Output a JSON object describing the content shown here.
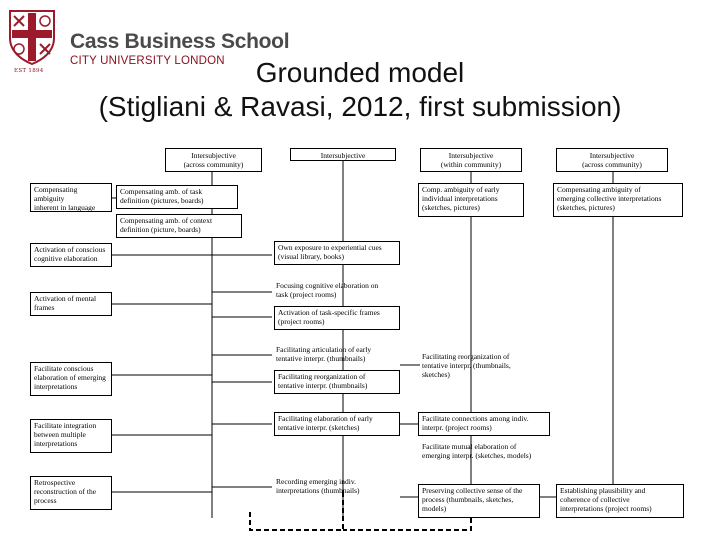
{
  "logo": {
    "name": "Cass Business School",
    "subtitle": "CITY UNIVERSITY LONDON",
    "est": "EST 1894"
  },
  "title": {
    "line1": "Grounded model",
    "line2": "(Stigliani & Ravasi, 2012, first submission)"
  },
  "columns": {
    "c1": [
      "Intersubjective",
      "(across community)"
    ],
    "c2": [
      "Intersubjective"
    ],
    "c3": [
      "Intersubjective",
      "(within community)"
    ],
    "c4": [
      "Intersubjective",
      "(across community)"
    ]
  },
  "left_boxes": {
    "b1": [
      "Compensating ambiguity",
      "inherent in language"
    ],
    "b2": [
      "Activation of conscious",
      "cognitive elaboration"
    ],
    "b3": [
      "Activation of mental",
      "frames"
    ],
    "b4": [
      "Facilitate conscious",
      "elaboration of emerging",
      "interpretations"
    ],
    "b5": [
      "Facilitate integration",
      "between multiple",
      "interpretations"
    ],
    "b6": [
      "Retrospective",
      "reconstruction of the",
      "process"
    ]
  },
  "mid_boxes": {
    "m1": [
      "Compensating amb. of task",
      "definition (pictures, boards)"
    ],
    "m2": [
      "Compensating amb. of context",
      "definition (picture, boards)"
    ]
  },
  "right_boxes": {
    "r1": [
      "Comp. ambiguity of early",
      "individual interpretations",
      "(sketches, pictures)"
    ],
    "r2": [
      "Compensating ambiguity of",
      "emerging collective interpretations",
      "(sketches, pictures)"
    ]
  },
  "center_labels": {
    "n1": [
      "Own exposure to experiential cues",
      "(visual library, books)"
    ],
    "n2": [
      "Focusing cognitive elaboration on",
      "task (project rooms)"
    ],
    "n3": [
      "Activation of task-specific frames",
      "(project rooms)"
    ],
    "n4": [
      "Facilitating articulation of early",
      "tentative interpr. (thumbnails)"
    ],
    "n5": [
      "Facilitating reorganization of",
      "tentative interpr. (thumbnails)"
    ],
    "n6": [
      "Facilitating elaboration of early",
      "tentative interpr. (sketches)"
    ],
    "n7": [
      "Recording emerging indiv.",
      "interpretations (thumbnails)"
    ]
  },
  "right_labels": {
    "p1": [
      "Facilitating reorganization of",
      "tentative interpr. (thumbnails,",
      "sketches)"
    ],
    "p2": [
      "Facilitate connections among indiv.",
      "interpr. (project rooms)"
    ],
    "p3": [
      "Facilitate mutual elaboration of",
      "emerging interpr. (sketches, models)"
    ],
    "p4": [
      "Preserving collective sense of the",
      "process (thumbnails, sketches,",
      "models)"
    ],
    "p5": [
      "Establishing plausibility and",
      "coherence of collective",
      "interpretations (project rooms)"
    ]
  }
}
